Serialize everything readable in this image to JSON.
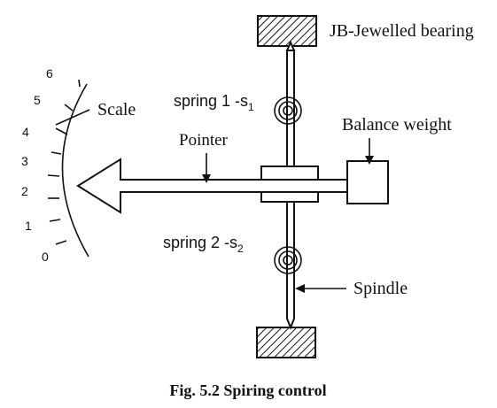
{
  "labels": {
    "jewelled_bearing": "JB-Jewelled bearing",
    "scale": "Scale",
    "spring1_main": "spring 1 -s",
    "spring1_sub": "1",
    "spring2_main": "spring 2 -s",
    "spring2_sub": "2",
    "pointer": "Pointer",
    "balance_weight": "Balance weight",
    "spindle": "Spindle"
  },
  "scale_numbers": [
    "6",
    "5",
    "4",
    "3",
    "2",
    "1",
    "0"
  ],
  "caption": "Fig. 5.2 Spiring control",
  "colors": {
    "ink": "#111111",
    "background": "#ffffff"
  }
}
